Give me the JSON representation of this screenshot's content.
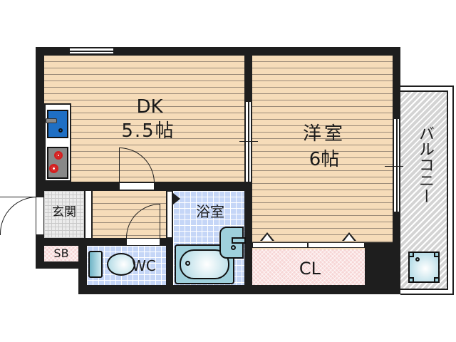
{
  "floorplan": {
    "rooms": {
      "dk": {
        "name": "DK",
        "size": "5.5帖"
      },
      "western_room": {
        "name": "洋室",
        "size": "6帖"
      },
      "balcony": {
        "name": "バルコニー"
      },
      "entrance": {
        "name": "玄関"
      },
      "shoe_box": {
        "name": "SB"
      },
      "toilet": {
        "name": "WC"
      },
      "bathroom": {
        "name": "浴室"
      },
      "closet": {
        "name": "CL"
      }
    },
    "colors": {
      "wall": "#1e1e1e",
      "wood_floor": "#f6dcb9",
      "wet_tile": "#c5d6f7",
      "entrance_tile": "#ececec",
      "storage": "#f7d6d6",
      "balcony": "#d4d4d4",
      "sink": "#1f6fc4",
      "stove_burner": "#d42020",
      "fixture": "#9fd0dc"
    }
  }
}
